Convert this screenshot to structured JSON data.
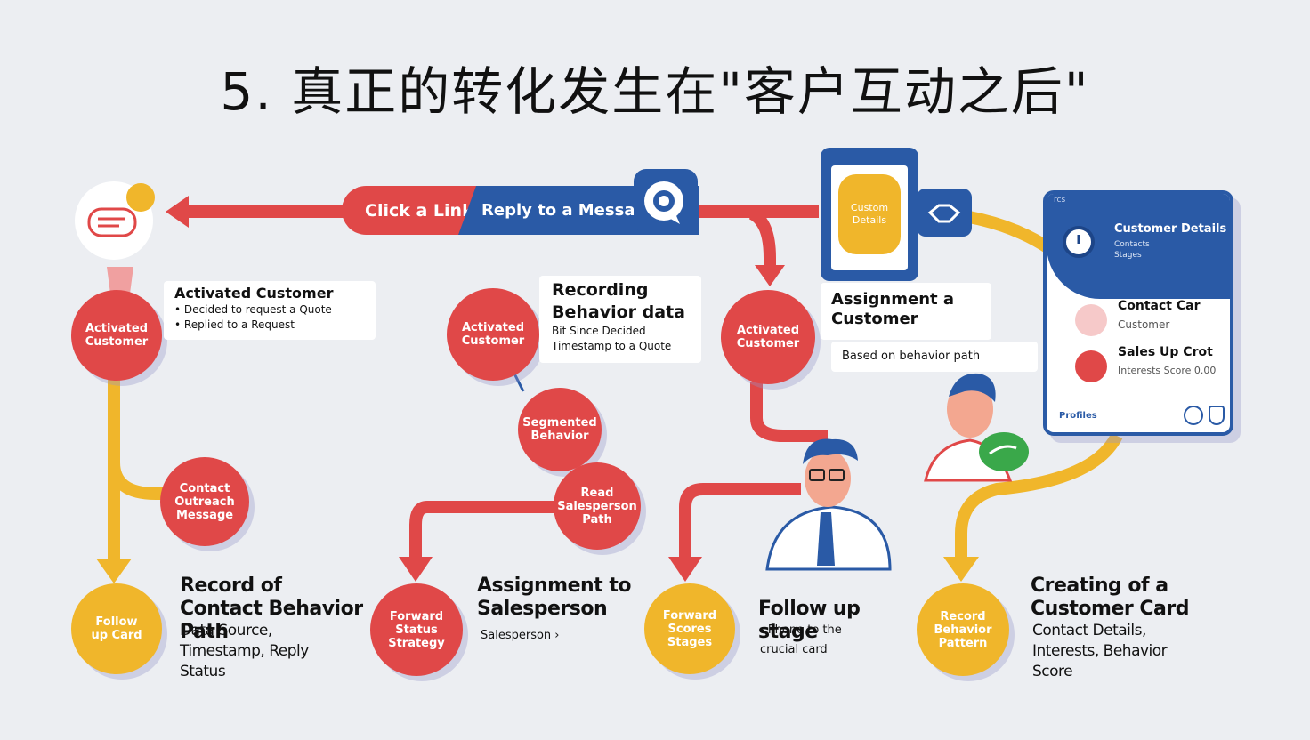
{
  "title": "5. 真正的转化发生在\"客户互动之后\"",
  "flow": {
    "click_link": "Click a Link",
    "reply_message": "Reply to a Message"
  },
  "left_col": {
    "activated_circle": "Activated Customer",
    "card_title": "Activated Customer",
    "card_line1": "• Decided to request a Quote",
    "card_line2": "• Replied to a Request",
    "contact_circle": "Contact Outreach Message",
    "bottom_circle": "Follow up Card",
    "heading": "Record of Contact Behavior Path",
    "desc": "Data Source, Timestamp, Reply Status"
  },
  "mid_col": {
    "activated_circle": "Activated Customer",
    "card_title": "Recording Behavior data",
    "card_line1": "Bit Since Decided",
    "card_line2": "Timestamp to a Quote",
    "seg_circle": "Segmented Behavior",
    "read_circle": "Read Salesperson Path",
    "bottom_circle": "Forward Status Strategy",
    "heading": "Assignment to Salesperson",
    "desc": "Salesperson ›"
  },
  "center_col": {
    "activated_circle": "Activated Customer",
    "phone_bubble": "Custom Details",
    "card_title": "Assignment a Customer",
    "note": "Based on behavior path",
    "bottom_circle": "Forward Scores Stages",
    "heading": "Follow up stage",
    "desc1": "- Phone to the",
    "desc2": "crucial card"
  },
  "right_col": {
    "panel_header": "rcs",
    "panel_title": "Customer Details",
    "panel_sub1": "Contacts",
    "panel_sub2": "Stages",
    "item1_title": "Contact Car",
    "item1_sub": "Customer",
    "item2_title": "Sales Up Crot",
    "item2_sub": "Interests Score 0.00",
    "panel_footer": "Profiles",
    "bottom_circle": "Record Behavior Pattern",
    "heading": "Creating of a Customer Card",
    "desc": "Contact Details, Interests, Behavior Score"
  },
  "colors": {
    "red": "#e04848",
    "yellow": "#f0b62b",
    "blue": "#2a5aa6",
    "background": "#eceef2"
  }
}
